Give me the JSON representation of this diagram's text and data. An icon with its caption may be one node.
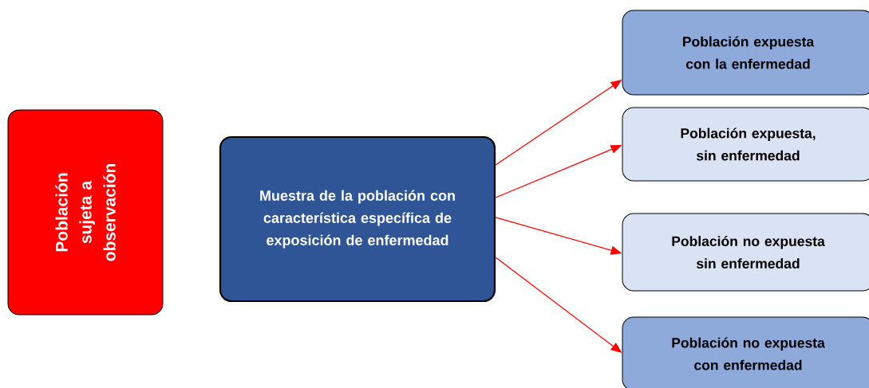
{
  "diagram": {
    "nodes": [
      {
        "text": [
          "Población sujeta a observación"
        ]
      },
      {
        "text": [
          "Muestra de la población con característica específica de exposición de enfermedad"
        ]
      },
      {
        "text": [
          "Población expuesta con la enfermedad"
        ]
      },
      {
        "text": [
          "Población expuesta, sin enfermedad"
        ]
      },
      {
        "text": [
          "Población no expuesta sin enfermedad"
        ]
      },
      {
        "text": [
          "Población no expuesta con enfermedad"
        ]
      }
    ],
    "edges": [
      {
        "from": 1,
        "to": 2,
        "arrow": "to",
        "color": "#ff0000"
      },
      {
        "from": 1,
        "to": 3,
        "arrow": "to",
        "color": "#ff0000"
      },
      {
        "from": 1,
        "to": 4,
        "arrow": "to",
        "color": "#ff0000"
      },
      {
        "from": 1,
        "to": 5,
        "arrow": "to",
        "color": "#ff0000"
      }
    ]
  }
}
